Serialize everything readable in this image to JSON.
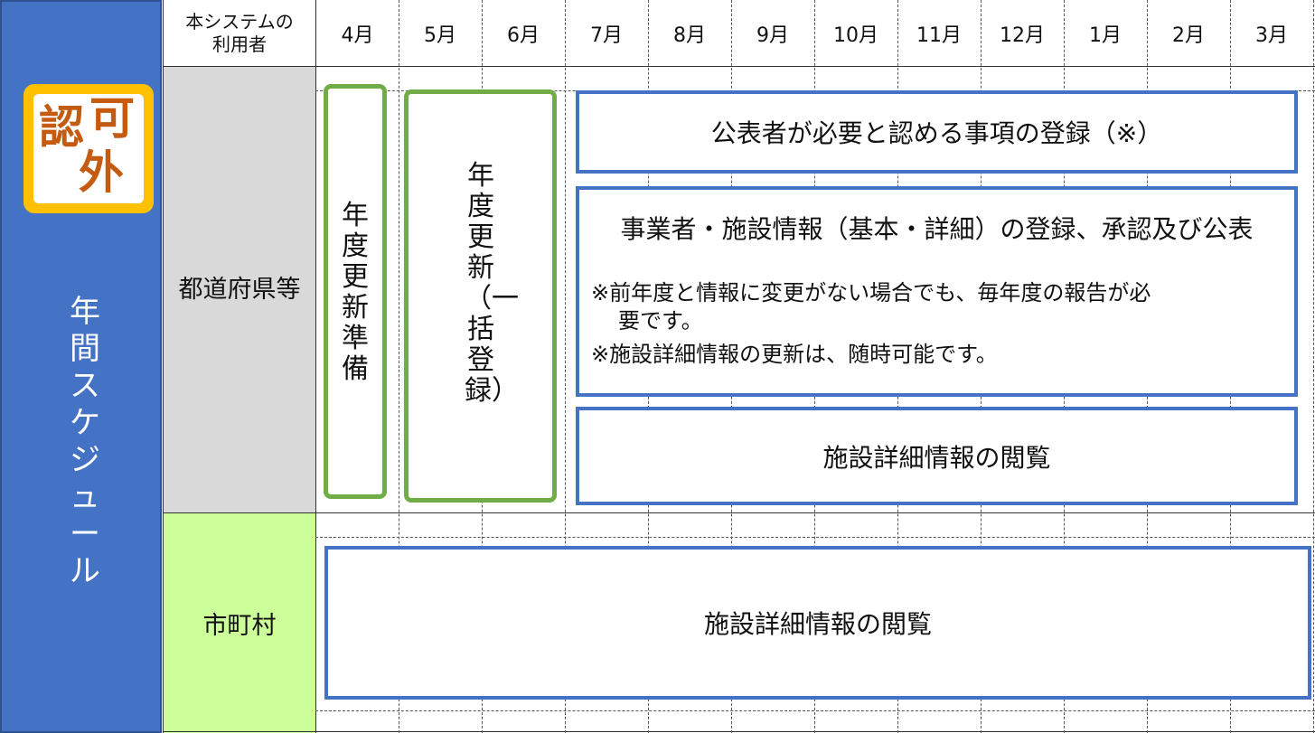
{
  "badge": {
    "char1": "認",
    "char2": "可",
    "char3": "外",
    "color_outer": "#ffc000",
    "color_text": "#c55a11"
  },
  "side_title": "年間スケジュール",
  "header": {
    "user_label": "本システムの利用者",
    "months": [
      "4月",
      "5月",
      "6月",
      "7月",
      "8月",
      "9月",
      "10月",
      "11月",
      "12月",
      "1月",
      "2月",
      "3月"
    ]
  },
  "rows": {
    "prefecture": "都道府県等",
    "municipality": "市町村"
  },
  "boxes": {
    "prep": "年度更新準備",
    "bulk": "年度更新（一括登録）",
    "publisher": "公表者が必要と認める事項の登録（※）",
    "facility_title": "事業者・施設情報（基本・詳細）の登録、承認及び公表",
    "note1_line1": "※前年度と情報に変更がない場合でも、毎年度の報告が必",
    "note1_line2": "要です。",
    "note2": "※施設詳細情報の更新は、随時可能です。",
    "view_pref": "施設詳細情報の閲覧",
    "view_muni": "施設詳細情報の閲覧"
  },
  "colors": {
    "side": "#4472c4",
    "pref_bg": "#d9d9d9",
    "muni_bg": "#ccff99",
    "green_border": "#70ad47",
    "blue_border": "#4472c4"
  }
}
